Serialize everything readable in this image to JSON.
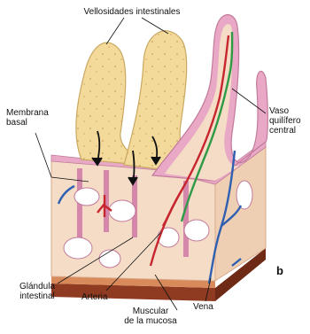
{
  "labels": {
    "villi": "Vellosidades intestinales",
    "basement_line1": "Membrana",
    "basement_line2": "basal",
    "lacteal_line1": "Vaso",
    "lacteal_line2": "quilífero",
    "lacteal_line3": "central",
    "gland_line1": "Glándula",
    "gland_line2": "intestinal",
    "artery": "Arteria",
    "muscularis_line1": "Muscular",
    "muscularis_line2": "de la mucosa",
    "vein": "Vena",
    "panel": "b"
  },
  "colors": {
    "villus_fill": "#f3d99a",
    "villus_edge": "#c9a860",
    "mucosa_fill": "#f4dcc6",
    "epithelium_pink": "#e9a9c6",
    "artery_red": "#c8262e",
    "vein_blue": "#2f5fb0",
    "lacteal_green": "#2e9a45",
    "muscularis_brown": "#8f3b22"
  }
}
